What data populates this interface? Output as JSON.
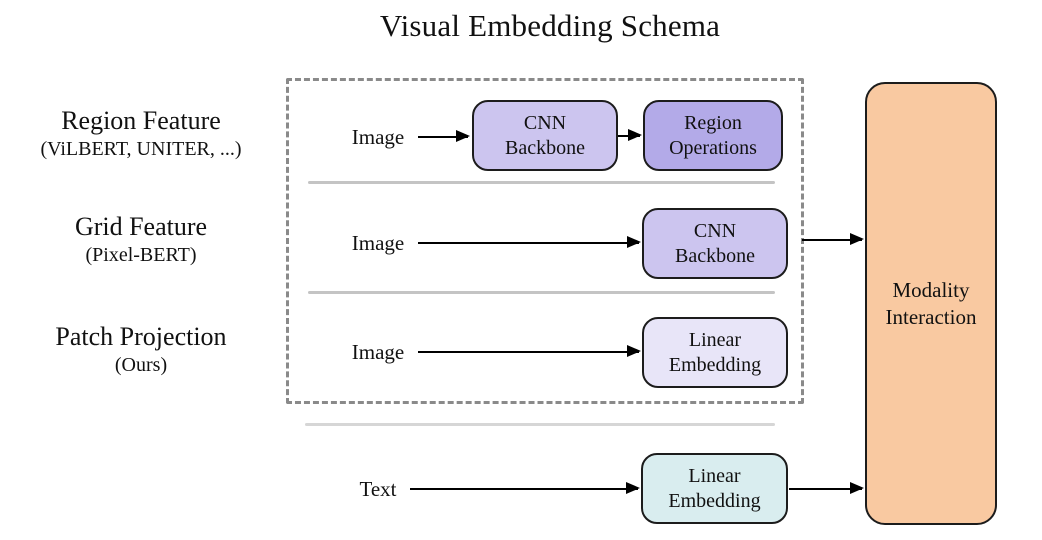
{
  "title": "Visual Embedding Schema",
  "rows": {
    "region": {
      "label": "Region Feature",
      "sublabel": "(ViLBERT, UNITER, ...)",
      "input": "Image",
      "box1": "CNN\nBackbone",
      "box2": "Region\nOperations"
    },
    "grid": {
      "label": "Grid Feature",
      "sublabel": "(Pixel-BERT)",
      "input": "Image",
      "box1": "CNN\nBackbone"
    },
    "patch": {
      "label": "Patch Projection",
      "sublabel": "(Ours)",
      "input": "Image",
      "box1": "Linear\nEmbedding"
    },
    "text": {
      "input": "Text",
      "box1": "Linear\nEmbedding"
    }
  },
  "modality": {
    "label": "Modality\nInteraction"
  },
  "colors": {
    "cnn_backbone": "#ccc5ef",
    "region_operations": "#b3aae8",
    "linear_embedding_image": "#e8e5f8",
    "linear_embedding_text": "#d9edef",
    "modality_interaction": "#f9c9a1",
    "divider": "#c4c4c4",
    "divider_light": "#d6d6d6",
    "dashed_border": "#8a8a8a",
    "box_border": "#1c1c1c",
    "arrow": "#000000"
  }
}
